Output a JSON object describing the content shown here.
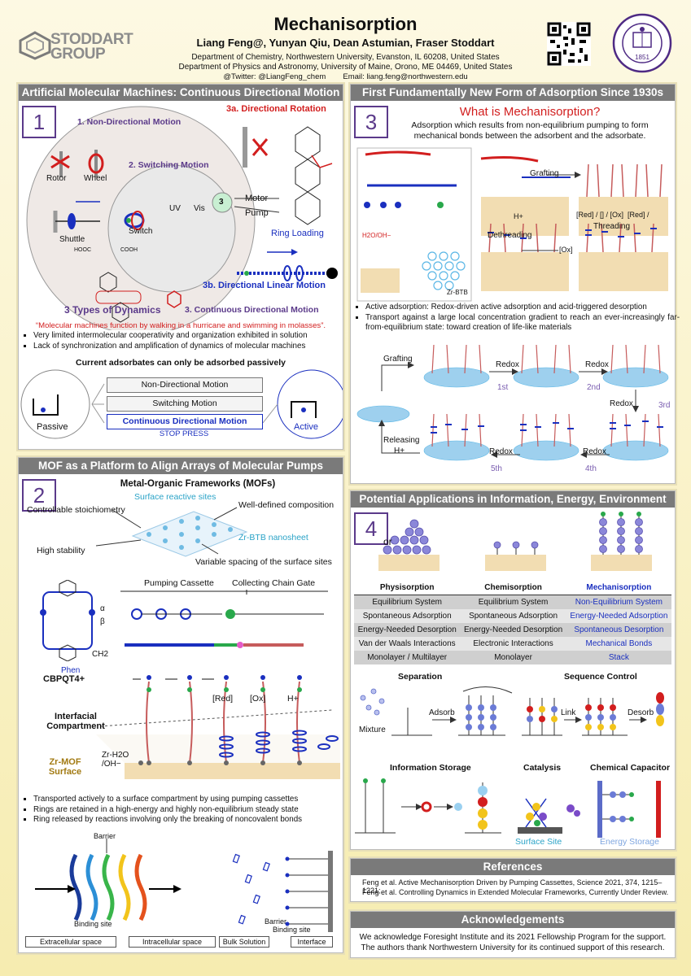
{
  "header": {
    "title": "Mechanisorption",
    "authors": "Liang Feng@, Yunyan Qiu, Dean Astumian, Fraser Stoddart",
    "affil1": "Department of Chemistry, Northwestern University, Evanston, IL 60208, United States",
    "affil2": "Department of Physics and Astronomy, University of Maine, Orono, ME 04469, United States",
    "contact": "@Twitter: @LiangFeng_chem        Email: liang.feng@northwestern.edu",
    "logo_left_1": "STODDART",
    "logo_left_2": "GROUP",
    "seal_year": "1851"
  },
  "p1": {
    "head": "Artificial Molecular Machines: Continuous Directional Motion",
    "num": "1",
    "lbl_nondir": "1. Non-Directional Motion",
    "lbl_switch": "2. Switching Motion",
    "lbl_dirrot": "3a. Directional Rotation",
    "lbl_dirlin": "3b. Directional Linear Motion",
    "lbl_types": "3 Types of Dynamics",
    "lbl_contdir": "3. Continuous Directional Motion",
    "rotor": "Rotor",
    "wheel": "Wheel",
    "shuttle": "Shuttle",
    "switch": "Switch",
    "uv": "UV",
    "vis": "Vis",
    "three": "3",
    "motor": "Motor",
    "pump": "Pump",
    "ring_loading": "Ring Loading",
    "cooh": "COOH",
    "hooc": "HOOC",
    "quote": "“Molecular machines function by walking in a hurricane and swimming in molasses”.",
    "bullets": [
      "Very limited intermolecular cooperativity and organization exhibited in solution",
      "Lack of synchronization and amplification of dynamics of molecular machines"
    ],
    "passive_head": "Current adsorbates can only be adsorbed passively",
    "box1": "Non-Directional Motion",
    "box2": "Switching Motion",
    "box3": "Continuous Directional Motion",
    "stop": "STOP PRESS",
    "passive": "Passive",
    "active": "Active"
  },
  "p2": {
    "head": "MOF as a Platform to Align Arrays of Molecular Pumps",
    "num": "2",
    "title": "Metal-Organic Frameworks (MOFs)",
    "surface_sites": "Surface reactive sites",
    "ctrl": "Controllable stoichiometry",
    "welldef": "Well-defined composition",
    "zrbtb": "Zr-BTB nanosheet",
    "stab": "High stability",
    "var": "Variable spacing of the surface sites",
    "pumping": "Pumping Cassette",
    "collecting": "Collecting Chain Gate",
    "phen": "Phen",
    "cbpqt": "CBPQT4+",
    "ch2": "CH2",
    "alpha": "α",
    "beta": "β",
    "red": "[Red]",
    "ox": "[Ox]",
    "hplus": "H+",
    "interfacial": "Interfacial Compartment",
    "zrmof": "Zr-MOF Surface",
    "zrh2o": "Zr-H2O /OH−",
    "bullets": [
      "Transported actively to a surface compartment by using pumping cassettes",
      "Rings are retained in a high-energy and highly non-equilibrium steady state",
      "Ring released by reactions involving only the breaking of noncovalent bonds"
    ],
    "barrier": "Barrier",
    "binding": "Binding site",
    "barrier2": "Barrier",
    "binding2": "Binding site",
    "lbl_extra": "Extracellular space",
    "lbl_intra": "Intracellular space",
    "lbl_bulk": "Bulk Solution",
    "lbl_inter": "Interface"
  },
  "p3": {
    "head": "First Fundamentally New Form of Adsorption Since 1930s",
    "num": "3",
    "question": "What is Mechanisorption?",
    "definition": "Adsorption which results from non-equilibrium pumping to form mechanical bonds between the adsorbent and the adsorbate.",
    "grafting": "Grafting",
    "dethreading": "Dethreading",
    "threading": "Threading",
    "redox_labels": "[Red] / [] / [Ox]  [Red] /",
    "ox": "[Ox]",
    "hplus": "H+",
    "h2o": "H2O/OH−",
    "zrbtb": "Zr-BTB",
    "bullets": [
      "Active adsorption: Redox-driven active adsorption and acid-triggered desorption",
      "Transport against a large local concentration gradient to reach an ever-increasingly far-from-equilibrium state: toward creation of life-like materials"
    ],
    "cycle_grafting": "Grafting",
    "redox": "Redox",
    "first": "1st",
    "second": "2nd",
    "third": "3rd",
    "fourth": "4th",
    "fifth": "5th",
    "releasing": "Releasing",
    "hplus2": "H+"
  },
  "p4": {
    "head": "Potential Applications in Information, Energy,  Environment",
    "num": "4",
    "or": "or",
    "table": {
      "headers": [
        "Physisorption",
        "Chemisorption",
        "Mechanisorption"
      ],
      "rows": [
        [
          "Equilibrium System",
          "Equilibrium System",
          "Non-Equilibrium System"
        ],
        [
          "Spontaneous Adsorption",
          "Spontaneous Adsorption",
          "Energy-Needed Adsorption"
        ],
        [
          "Energy-Needed Desorption",
          "Energy-Needed Desorption",
          "Spontaneous Desorption"
        ],
        [
          "Van der Waals Interactions",
          "Electronic Interactions",
          "Mechanical Bonds"
        ],
        [
          "Monolayer / Multilayer",
          "Monolayer",
          "Stack"
        ]
      ]
    },
    "separation": "Separation",
    "sequence": "Sequence Control",
    "mixture": "Mixture",
    "adsorb": "Adsorb",
    "link": "Link",
    "desorb": "Desorb",
    "info": "Information Storage",
    "catalysis": "Catalysis",
    "capacitor": "Chemical Capacitor",
    "surface_site": "Surface Site",
    "energy_storage": "Energy Storage"
  },
  "refs": {
    "head": "References",
    "line1": "Feng et al. Active Mechanisorption Driven by Pumping Cassettes, Science 2021, 374, 1215–1221;",
    "line2": "Feng et al. Controlling Dynamics in Extended Molecular Frameworks, Currently Under Review."
  },
  "ack": {
    "head": "Acknowledgements",
    "line1": "We acknowledge Foresight Institute and its 2021 Fellowship Program for the support.",
    "line2": "The authors thank Northwestern University for its continued support of this research."
  },
  "colors": {
    "accent_purple": "#5b3a8a",
    "red": "#d21e1e",
    "blue": "#1a2fbf",
    "panel_head": "#7a7a7a"
  }
}
